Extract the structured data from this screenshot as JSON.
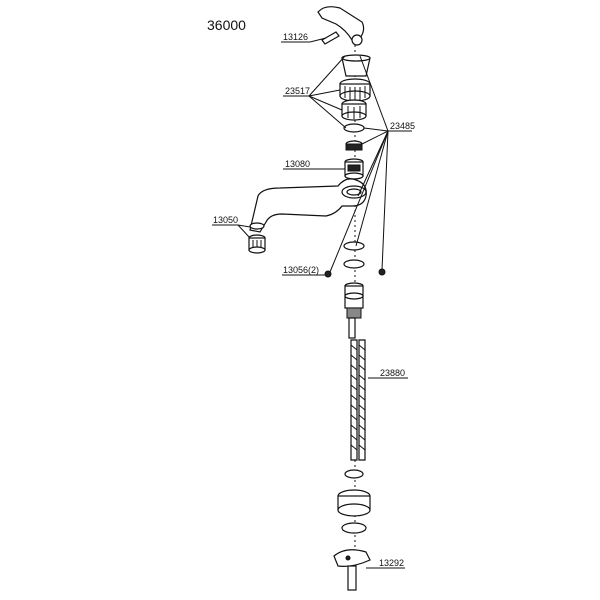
{
  "title": "36000",
  "parts": {
    "p13126": "13126",
    "p23517": "23517",
    "p23485": "23485",
    "p13080": "13080",
    "p13050": "13050",
    "p13056": "13056",
    "p13056_qty": "(2)",
    "p23880": "23880",
    "p13292": "13292"
  }
}
